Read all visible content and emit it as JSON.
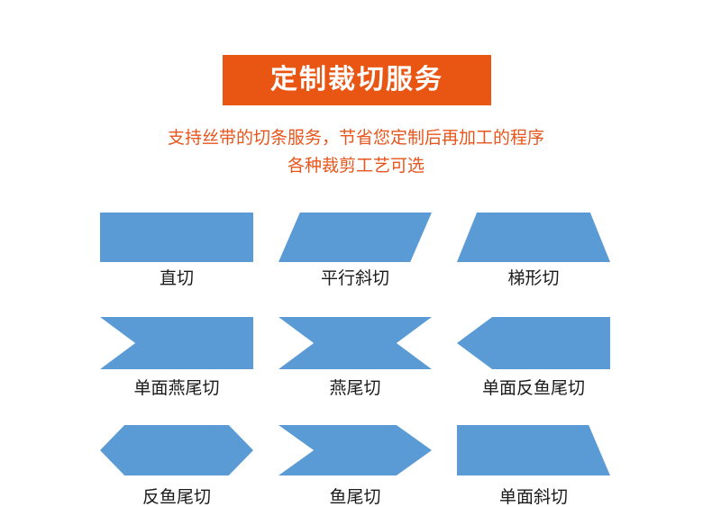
{
  "banner": {
    "title": "定制裁切服务",
    "bg_color": "#e95513",
    "text_color": "#ffffff"
  },
  "subtitle": {
    "color": "#e8551c",
    "lines": [
      "支持丝带的切条服务，节省您定制后再加工的程序",
      "各种裁剪工艺可选"
    ]
  },
  "shapes": {
    "fill_color": "#5b9bd5",
    "rows": [
      [
        {
          "label": "直切",
          "shape": "straight-cut-shape"
        },
        {
          "label": "平行斜切",
          "shape": "parallel-diagonal-cut-shape"
        },
        {
          "label": "梯形切",
          "shape": "trapezoid-cut-shape"
        }
      ],
      [
        {
          "label": "单面燕尾切",
          "shape": "single-side-swallowtail-cut-shape"
        },
        {
          "label": "燕尾切",
          "shape": "swallowtail-cut-shape"
        },
        {
          "label": "单面反鱼尾切",
          "shape": "single-side-reverse-fishtail-cut-shape"
        }
      ],
      [
        {
          "label": "反鱼尾切",
          "shape": "reverse-fishtail-cut-shape"
        },
        {
          "label": "鱼尾切",
          "shape": "fishtail-cut-shape"
        },
        {
          "label": "单面斜切",
          "shape": "single-side-diagonal-cut-shape"
        }
      ]
    ]
  }
}
